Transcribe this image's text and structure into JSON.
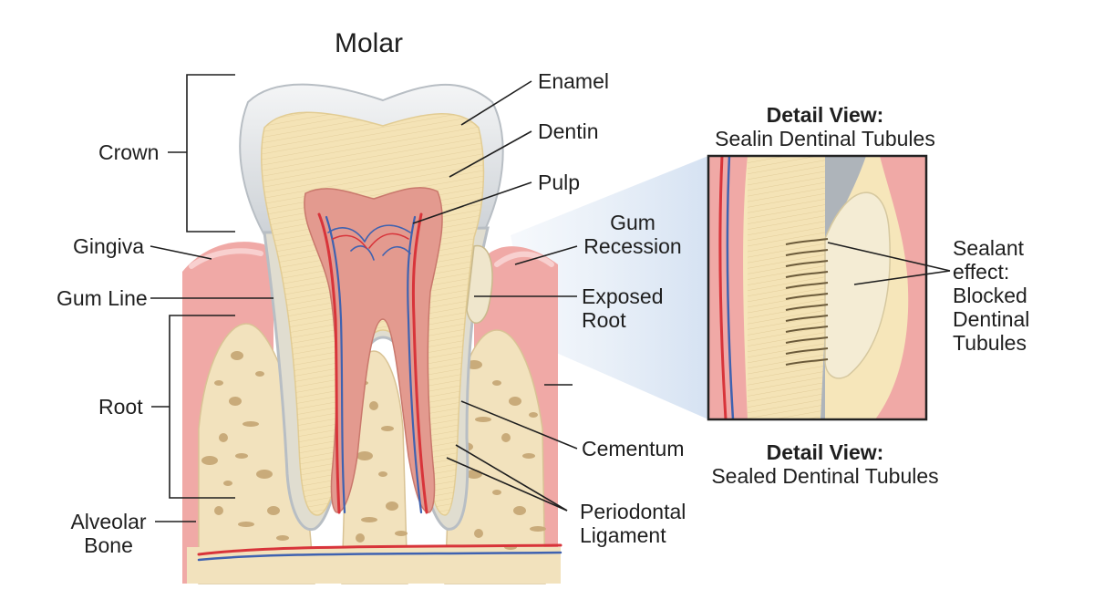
{
  "title": "Molar",
  "labels": {
    "crown": "Crown",
    "gingiva": "Gingiva",
    "gum_line": "Gum Line",
    "root": "Root",
    "alveolar_bone": "Alveolar\nBone",
    "enamel": "Enamel",
    "dentin": "Dentin",
    "pulp": "Pulp",
    "gum_recession": "Gum\nRecession",
    "exposed_root": "Exposed\nRoot",
    "cementum": "Cementum",
    "periodontal_ligament": "Periodontal\nLigament",
    "sealant_effect": "Sealant\neffect:\nBlocked\nDentinal\nTubules"
  },
  "detail_top": {
    "heading": "Detail View:",
    "subtitle": "Sealin Dentinal Tubules"
  },
  "detail_bottom": {
    "heading": "Detail View:",
    "subtitle": "Sealed Dentinal Tubules"
  },
  "colors": {
    "enamel": "#dfe2e5",
    "dentin": "#f4e3b6",
    "pulp": "#e39a8f",
    "gum": "#f0a9a6",
    "bone": "#f2e2bd",
    "bone_pore": "#c9ab7a",
    "artery": "#d8343a",
    "vein": "#3f62b0",
    "leader": "#1f1f1f"
  }
}
